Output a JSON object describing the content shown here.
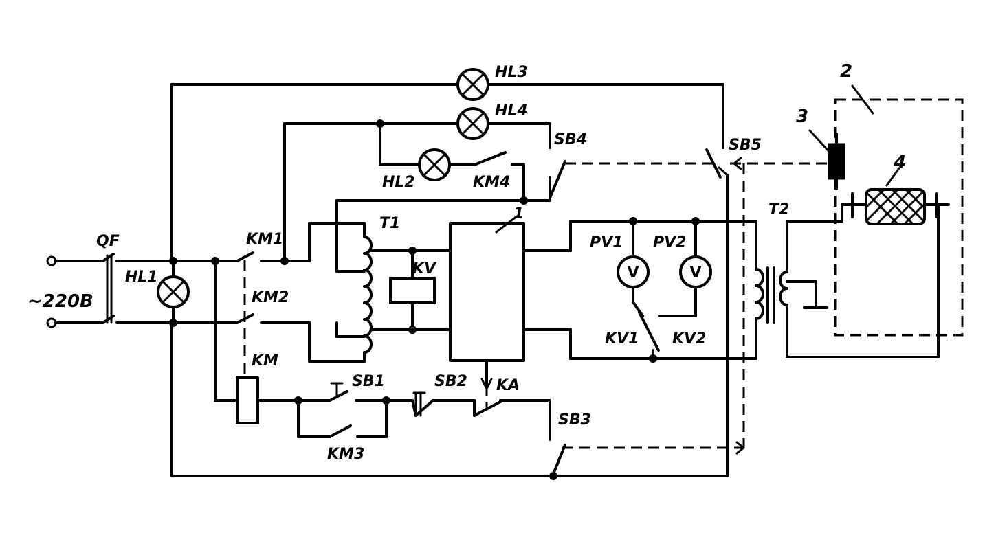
{
  "labels": {
    "supply": "~220B",
    "qf": "QF",
    "hl1": "HL1",
    "hl2": "HL2",
    "hl3": "HL3",
    "hl4": "HL4",
    "km1": "KM1",
    "km2": "KM2",
    "km3": "KM3",
    "km4": "KM4",
    "km": "KM",
    "t1": "T1",
    "t2": "T2",
    "kv": "KV",
    "kv1": "KV1",
    "kv2": "KV2",
    "pv1": "PV1",
    "pv2": "PV2",
    "sb1": "SB1",
    "sb2": "SB2",
    "sb3": "SB3",
    "sb4": "SB4",
    "sb5": "SB5",
    "ka": "KA",
    "block1": "1",
    "ref2": "2",
    "ref3": "3",
    "ref4": "4",
    "voltmeter_symbol": "V"
  }
}
